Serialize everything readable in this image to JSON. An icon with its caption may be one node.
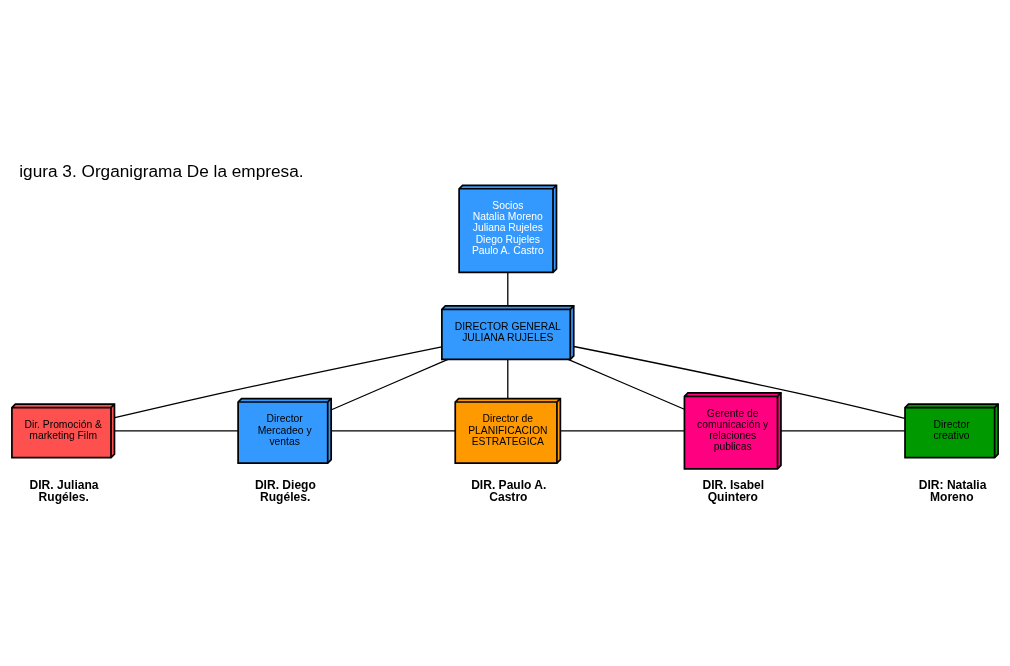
{
  "diagram": {
    "title": "igura 3. Organigrama De la empresa.",
    "nodes": [
      {
        "text": [
          "Socios",
          "Natalia Moreno Juliana Rujeles Diego Rujeles Paulo A. Castro"
        ]
      },
      {
        "text": [
          "DIRECTOR GENERAL JULIANA RUJELES"
        ]
      },
      {
        "text": [
          "Dir. Promoción & marketing Film"
        ],
        "beside": [
          "DIR. Juliana Rugéles."
        ]
      },
      {
        "text": [
          "Director Mercadeo y ventas"
        ],
        "beside": [
          "DIR. Diego Rugéles."
        ]
      },
      {
        "text": [
          "Director de PLANIFICACION ESTRATEGICA"
        ],
        "beside": [
          "DIR. Paulo A. Castro"
        ]
      },
      {
        "text": [
          "Gerente de comunicación y relaciones publicas"
        ],
        "beside": [
          "DIR. Isabel Quintero"
        ]
      },
      {
        "text": [
          "Director creativo"
        ],
        "beside": [
          "DIR: Natalia Moreno"
        ]
      }
    ],
    "edges": [
      {
        "from": 0,
        "to": 1,
        "arrow": "none"
      },
      {
        "from": 1,
        "to": 2,
        "arrow": "none"
      },
      {
        "from": 1,
        "to": 3,
        "arrow": "none"
      },
      {
        "from": 1,
        "to": 4,
        "arrow": "none"
      },
      {
        "from": 1,
        "to": 5,
        "arrow": "none"
      },
      {
        "from": 1,
        "to": 6,
        "arrow": "none"
      },
      {
        "from": 2,
        "to": 3,
        "arrow": "none"
      },
      {
        "from": 3,
        "to": 4,
        "arrow": "none"
      },
      {
        "from": 4,
        "to": 5,
        "arrow": "none"
      },
      {
        "from": 5,
        "to": 6,
        "arrow": "none"
      }
    ]
  }
}
